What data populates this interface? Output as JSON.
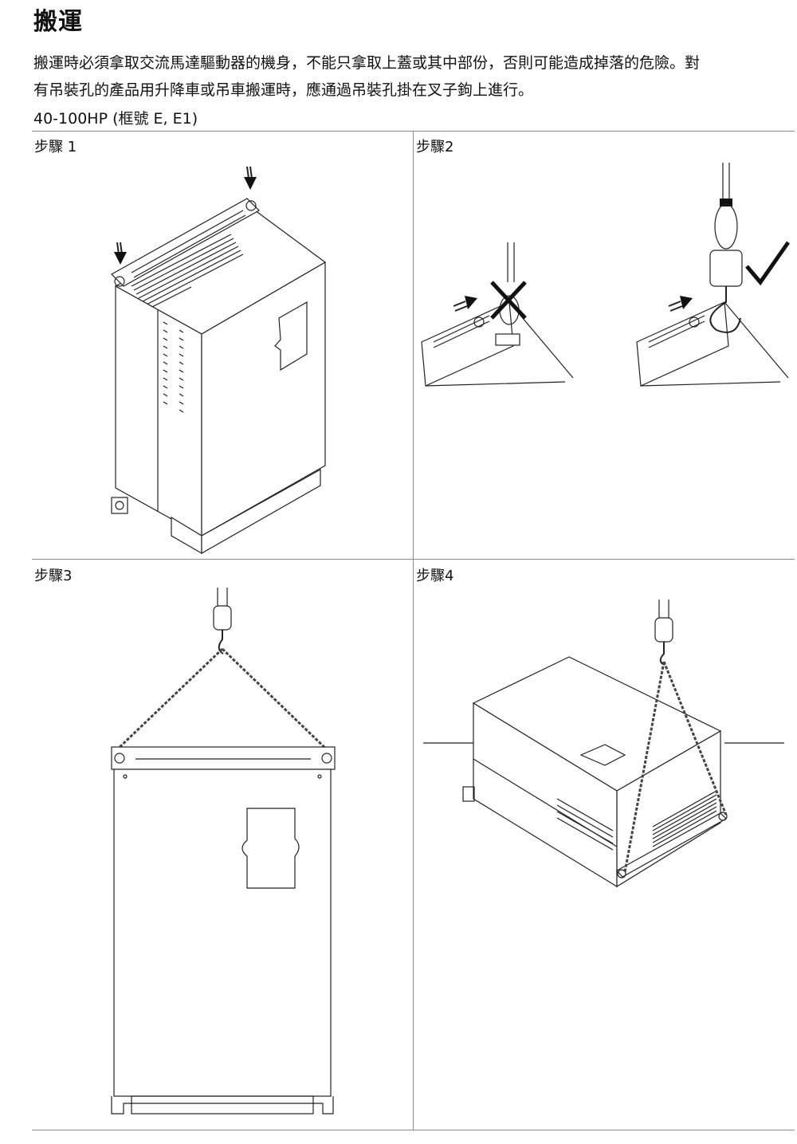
{
  "page": {
    "title": "搬運",
    "paragraph_lines": [
      "搬運時必須拿取交流馬達驅動器的機身，不能只拿取上蓋或其中部份，否則可能造成掉落的危險。對",
      "有吊裝孔的產品用升降車或吊車搬運時，應通過吊裝孔掛在叉子鉤上進行。"
    ],
    "subtitle": "40-100HP (框號  E, E1)"
  },
  "steps": [
    {
      "label": "步驟  1",
      "icon": "drive-lift-points-illustration"
    },
    {
      "label": "步驟2",
      "icon": "hook-correct-incorrect-illustration"
    },
    {
      "label": "步驟3",
      "icon": "vertical-lift-illustration"
    },
    {
      "label": "步驟4",
      "icon": "tilted-lift-illustration"
    }
  ],
  "marks": {
    "wrong": "✕",
    "right": "✓"
  }
}
